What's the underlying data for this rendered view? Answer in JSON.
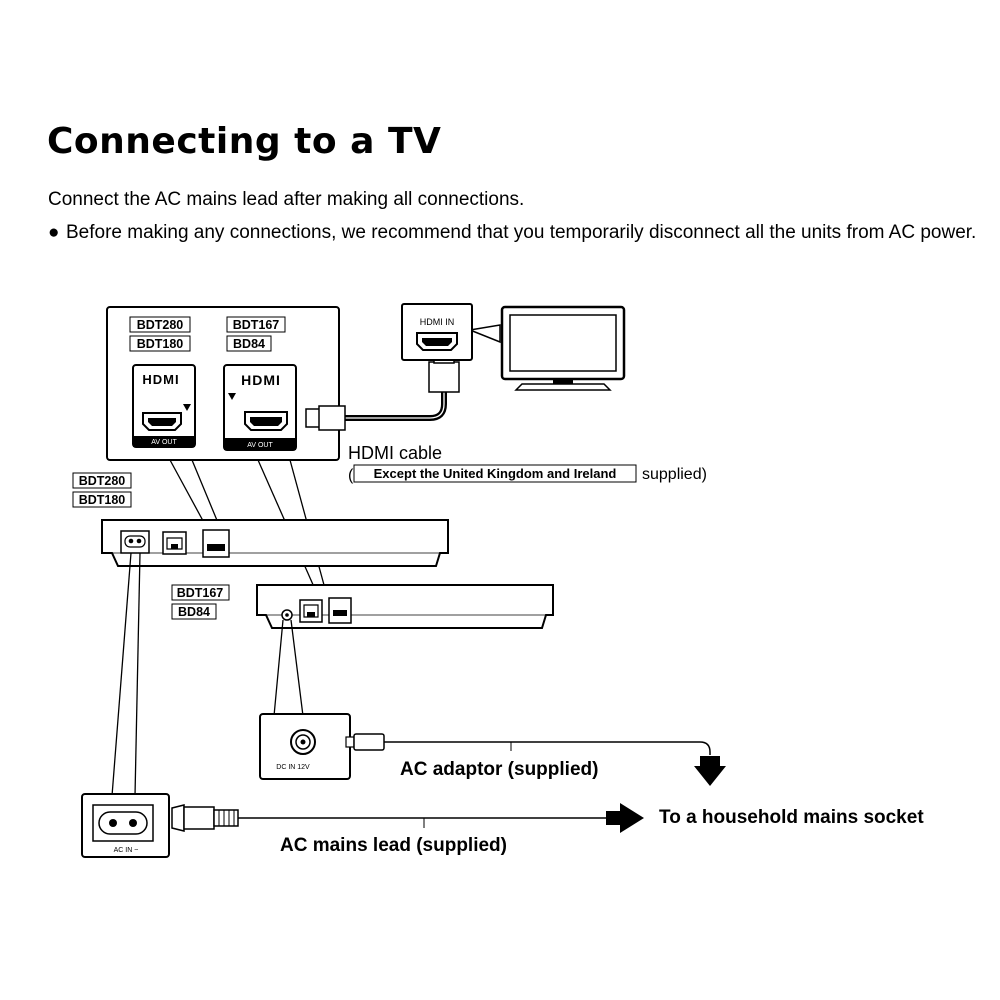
{
  "page": {
    "title": "Connecting to a TV",
    "intro": "Connect the AC mains lead after making all connections.",
    "bullet_symbol": "●",
    "bullet": "Before making any connections, we recommend that you temporarily disconnect all the units from AC power."
  },
  "diagram": {
    "model_tags": {
      "bdt280": "BDT280",
      "bdt180": "BDT180",
      "bdt167": "BDT167",
      "bd84": "BD84"
    },
    "hdmi_logo": "HDMI",
    "av_out": "AV OUT",
    "tv_port": "HDMI IN",
    "hdmi_cable": "HDMI cable",
    "hdmi_note_open": "(",
    "hdmi_note_boxed": "Except the United Kingdom and Ireland",
    "hdmi_note_close": "supplied)",
    "dc_in": "DC IN 12V",
    "ac_in": "AC IN ~",
    "ac_adaptor": "AC adaptor (supplied)",
    "mains_lead": "AC mains lead (supplied)",
    "mains_socket": "To a household mains socket"
  }
}
